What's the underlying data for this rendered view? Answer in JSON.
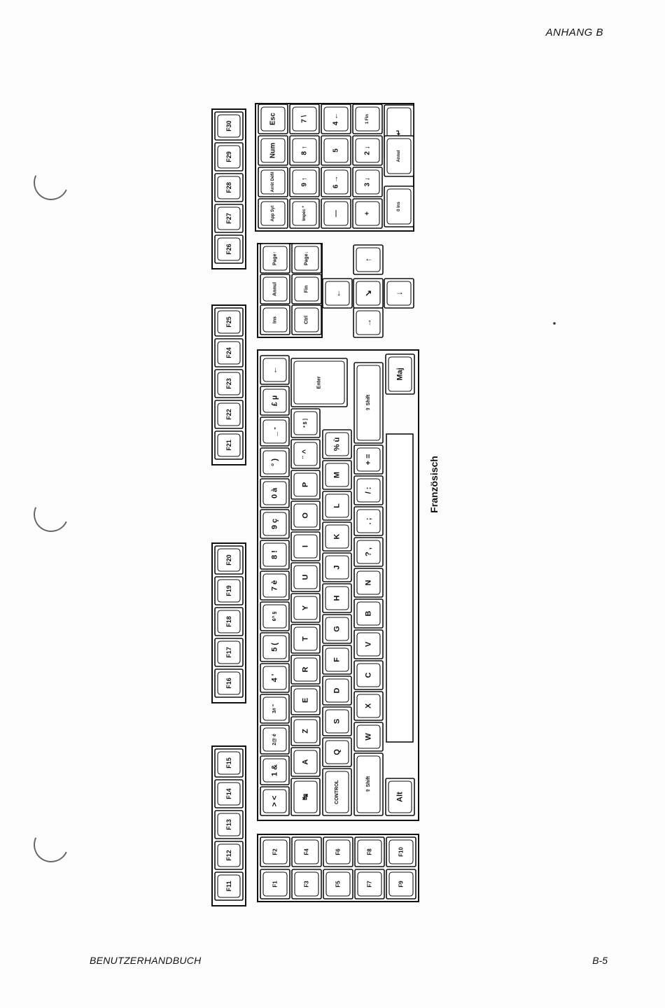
{
  "header": {
    "section": "ANHANG B"
  },
  "footer": {
    "manual": "BENUTZERHANDBUCH",
    "page": "B-5"
  },
  "caption": "Französisch",
  "keyboard": {
    "top_function_keys": [
      "F11",
      "F12",
      "F13",
      "F14",
      "F15",
      "F16",
      "F17",
      "F18",
      "F19",
      "F20",
      "F21",
      "F22",
      "F23",
      "F24",
      "F25",
      "F26",
      "F27",
      "F28",
      "F29",
      "F30"
    ],
    "left_function_pad": [
      [
        "F1",
        "F2"
      ],
      [
        "F3",
        "F4"
      ],
      [
        "F5",
        "F6"
      ],
      [
        "F7",
        "F8"
      ],
      [
        "F9",
        "F10"
      ]
    ],
    "main_rows": [
      [
        "> <",
        "1 &",
        "2@ é",
        "3# \"",
        "4 '",
        "5 (",
        "6^ §",
        "7 è",
        "8 !",
        "9 ç",
        "0 à",
        "° )",
        "_ -",
        "£ µ",
        "←"
      ],
      [
        "↹",
        "A",
        "Z",
        "E",
        "R",
        "T",
        "Y",
        "U",
        "I",
        "O",
        "P",
        "¨ ^",
        "* $ ]",
        "Enter"
      ],
      [
        "CONTROL",
        "Q",
        "S",
        "D",
        "F",
        "G",
        "H",
        "J",
        "K",
        "L",
        "M",
        "% ù"
      ],
      [
        "⇧ Shift",
        "W",
        "X",
        "C",
        "V",
        "B",
        "N",
        "? ,",
        ". ;",
        "/ :",
        "+ =",
        "⇧ Shift"
      ],
      [
        "Alt",
        "Maj"
      ]
    ],
    "edit_pad": [
      [
        "Ins",
        "Annul",
        "Page↑"
      ],
      [
        "Ctrl",
        "Fin",
        "Page↓"
      ]
    ],
    "arrow_pad": [
      "↑",
      "←",
      "↘",
      "→",
      "↓"
    ],
    "numeric_pad": [
      [
        "App Syt",
        "Arrêt Défil",
        "Num",
        "Esc"
      ],
      [
        "Impéc *",
        "9 ↑",
        "8 ↑",
        "7 \\"
      ],
      [
        "—",
        "6 →",
        "5",
        "4 ←"
      ],
      [
        "+",
        "3 ↓",
        "2 ↓",
        "1 Fin"
      ],
      [
        "↵",
        "Annul",
        "0 Ins"
      ]
    ]
  }
}
